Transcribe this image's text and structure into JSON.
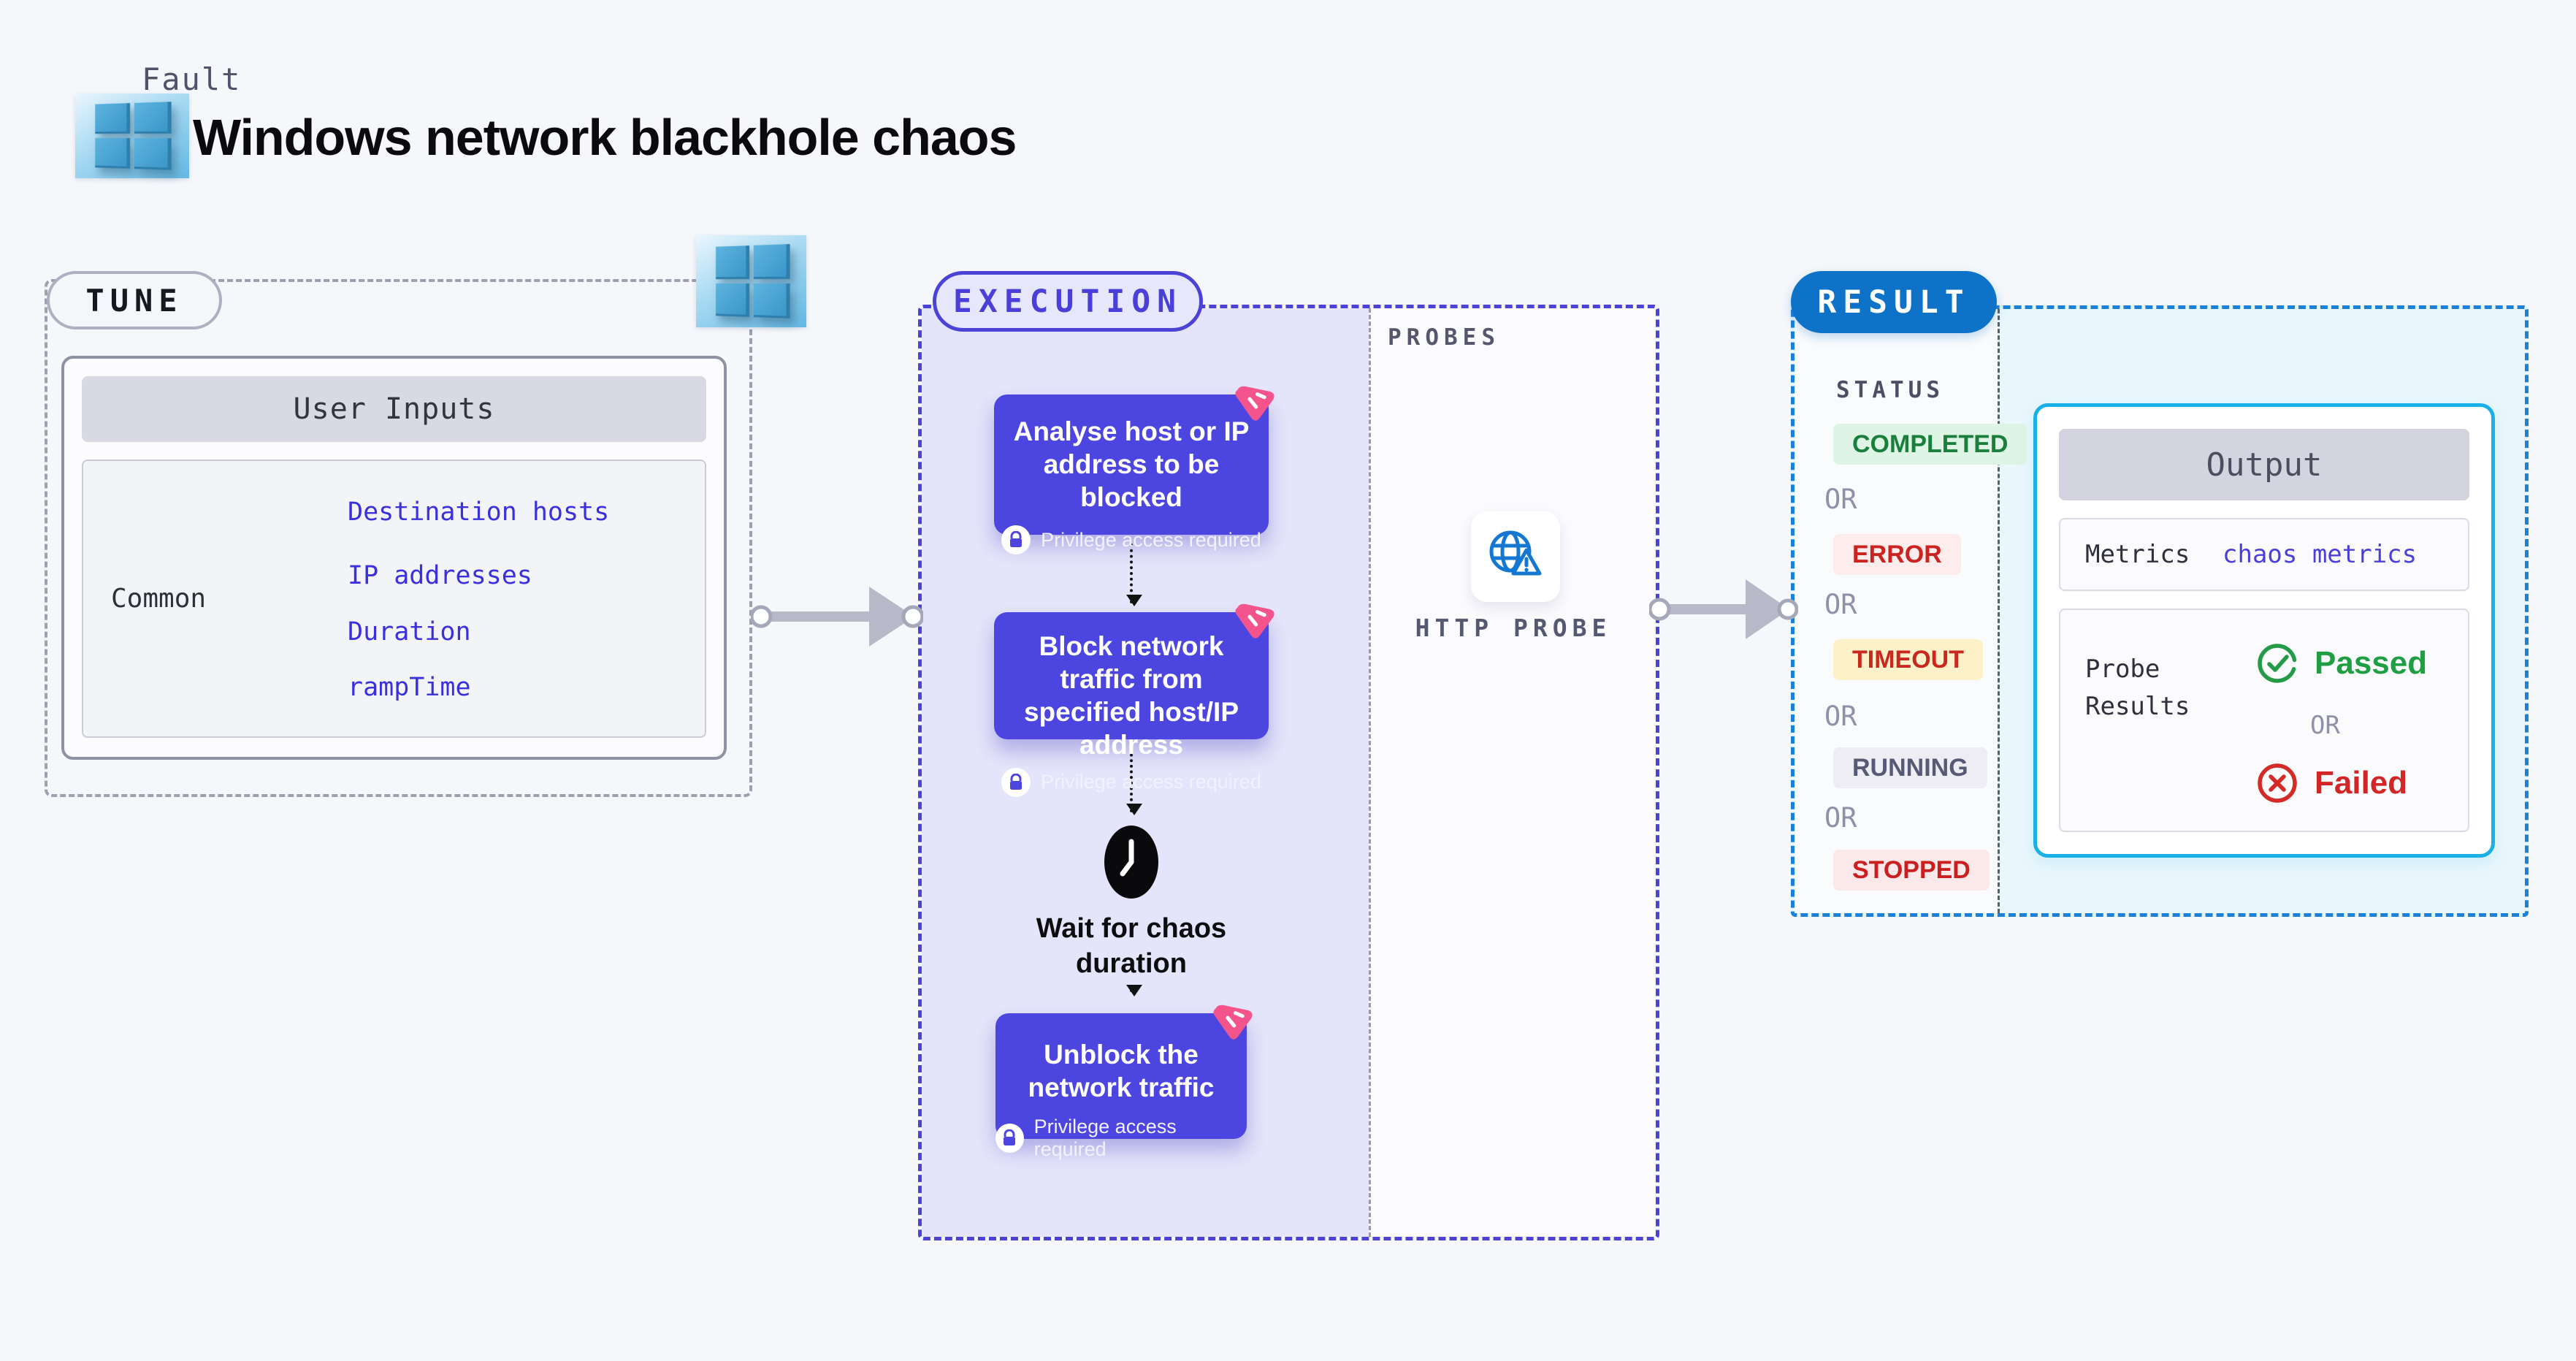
{
  "header": {
    "kicker": "Fault",
    "title": "Windows network blackhole chaos"
  },
  "tune": {
    "pill": "TUNE",
    "inputs_header": "User Inputs",
    "row_label": "Common",
    "links": [
      "Destination hosts",
      "IP addresses",
      "Duration",
      "rampTime"
    ]
  },
  "execution": {
    "pill": "EXECUTION",
    "steps": [
      {
        "title": "Analyse host or IP address to be blocked",
        "badge": "Privilege access required"
      },
      {
        "title": "Block network traffic from specified host/IP address",
        "badge": "Privilege access required"
      },
      {
        "title": "Unblock the network traffic",
        "badge": "Privilege access required"
      }
    ],
    "wait_label": "Wait for chaos duration"
  },
  "probes": {
    "section_label": "PROBES",
    "probe_label": "HTTP PROBE"
  },
  "result": {
    "pill": "RESULT",
    "status_label": "STATUS",
    "or_label": "OR",
    "statuses": [
      "COMPLETED",
      "ERROR",
      "TIMEOUT",
      "RUNNING",
      "STOPPED"
    ],
    "output": {
      "header": "Output",
      "metrics_label": "Metrics",
      "metrics_value": "chaos metrics",
      "probe_results_label": "Probe Results",
      "passed_label": "Passed",
      "failed_label": "Failed"
    }
  },
  "colors": {
    "accent_indigo": "#4D45E0",
    "accent_blue": "#0E73C8",
    "accent_cyan": "#19B1E5",
    "passed_green": "#1F9E44",
    "failed_red": "#D32525",
    "completed_green": "#1A7F3C",
    "error_red": "#CB2420",
    "timeout_red": "#C8281E",
    "running_gray": "#565A75",
    "stopped_red": "#CB1F1F",
    "litmus_pink": "#F4548C"
  }
}
